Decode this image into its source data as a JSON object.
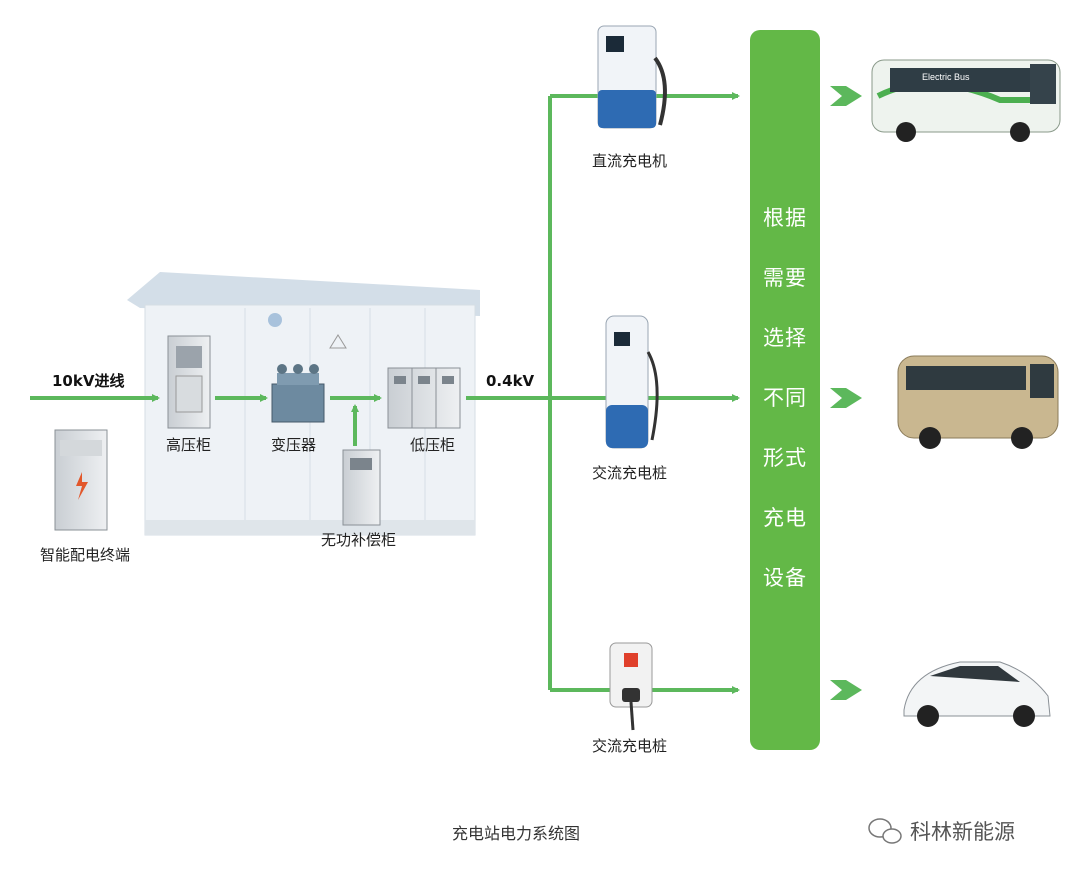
{
  "colors": {
    "line": "#5cb85c",
    "panel": "#63b847",
    "house_roof": "#d6e2ec",
    "house_body": "#eef2f6"
  },
  "inputs": {
    "incoming_line": "10kV进线",
    "output_voltage": "0.4kV"
  },
  "components": {
    "high_voltage_cabinet": "高压柜",
    "transformer": "变压器",
    "low_voltage_cabinet": "低压柜",
    "reactive_compensation_cabinet": "无功补偿柜",
    "smart_terminal": "智能配电终端"
  },
  "chargers": [
    {
      "label": "直流充电机"
    },
    {
      "label": "交流充电桩"
    },
    {
      "label": "交流充电桩"
    }
  ],
  "panel_lines": [
    "根据",
    "需要",
    "选择",
    "不同",
    "形式",
    "充电",
    "设备"
  ],
  "caption": "充电站电力系统图",
  "watermark": "科林新能源",
  "bus_sign": "Electric Bus"
}
